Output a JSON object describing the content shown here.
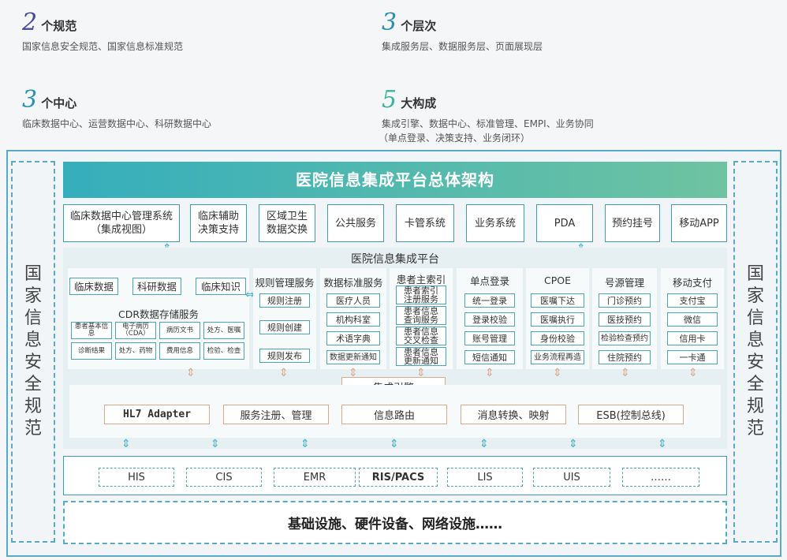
{
  "stats": [
    {
      "num": "2",
      "label": "个规范",
      "desc": "国家信息安全规范、国家信息标准规范"
    },
    {
      "num": "3",
      "label": "个层次",
      "desc": "集成服务层、数据服务层、页面展现层"
    },
    {
      "num": "3",
      "label": "个中心",
      "desc": "临床数据中心、运营数据中心、科研数据中心"
    },
    {
      "num": "5",
      "label": "大构成",
      "desc": "集成引擎、数据中心、标准管理、EMPI、业务协同",
      "desc2": "（单点登录、决策支持、业务闭环）"
    }
  ],
  "colors": {
    "num2": "#4a4a9c",
    "num3a": "#2b8fb0",
    "num3b": "#2b8fb0",
    "num5": "#3fb39b"
  },
  "side_label": [
    "国",
    "家",
    "信",
    "息",
    "安",
    "全",
    "规",
    "范"
  ],
  "banner": "医院信息集成平台总体架构",
  "systems": [
    "临床数据中心管理系统",
    "（集成视图）",
    "临床辅助",
    "决策支持",
    "区域卫生",
    "数据交换",
    "公共服务",
    "卡管系统",
    "业务系统",
    "PDA",
    "预约挂号",
    "移动APP"
  ],
  "platform_title": "医院信息集成平台",
  "cdr": {
    "top": [
      "临床数据",
      "科研数据",
      "临床知识"
    ],
    "title": "CDR数据存储服务",
    "items": [
      "患者基本信息",
      "电子病历（CDA）",
      "病历文书",
      "处方、医嘱",
      "诊断结果",
      "处方、药物",
      "费用信息",
      "检验、检查"
    ]
  },
  "rules": {
    "title": "规则管理服务",
    "items": [
      "规则注册",
      "规则创建",
      "规则发布"
    ]
  },
  "std": {
    "title": "数据标准服务",
    "items": [
      "医疗人员",
      "机构科室",
      "术语字典",
      "数据更新通知"
    ]
  },
  "empi": {
    "title": "患者主索引",
    "items": [
      "患者索引注册服务",
      "患者信息查询服务",
      "患者信息交叉检查",
      "患者信息更新通知"
    ]
  },
  "sso": {
    "title": "单点登录",
    "items": [
      "统一登录",
      "登录校验",
      "账号管理",
      "短信通知"
    ]
  },
  "cpoe": {
    "title": "CPOE",
    "items": [
      "医嘱下达",
      "医嘱执行",
      "身份校验",
      "业务流程再造"
    ]
  },
  "source": {
    "title": "号源管理",
    "items": [
      "门诊预约",
      "医技预约",
      "检验检查预约",
      "住院预约"
    ]
  },
  "pay": {
    "title": "移动支付",
    "items": [
      "支付宝",
      "微信",
      "信用卡",
      "一卡通"
    ]
  },
  "engine": {
    "title": "集成引擎",
    "items": [
      "HL7 Adapter",
      "服务注册、管理",
      "信息路由",
      "消息转换、映射",
      "ESB(控制总线)"
    ]
  },
  "sources": [
    "HIS",
    "CIS",
    "EMR",
    "RIS/PACS",
    "LIS",
    "UIS",
    "……"
  ],
  "infra": "基础设施、硬件设备、网络设施……"
}
